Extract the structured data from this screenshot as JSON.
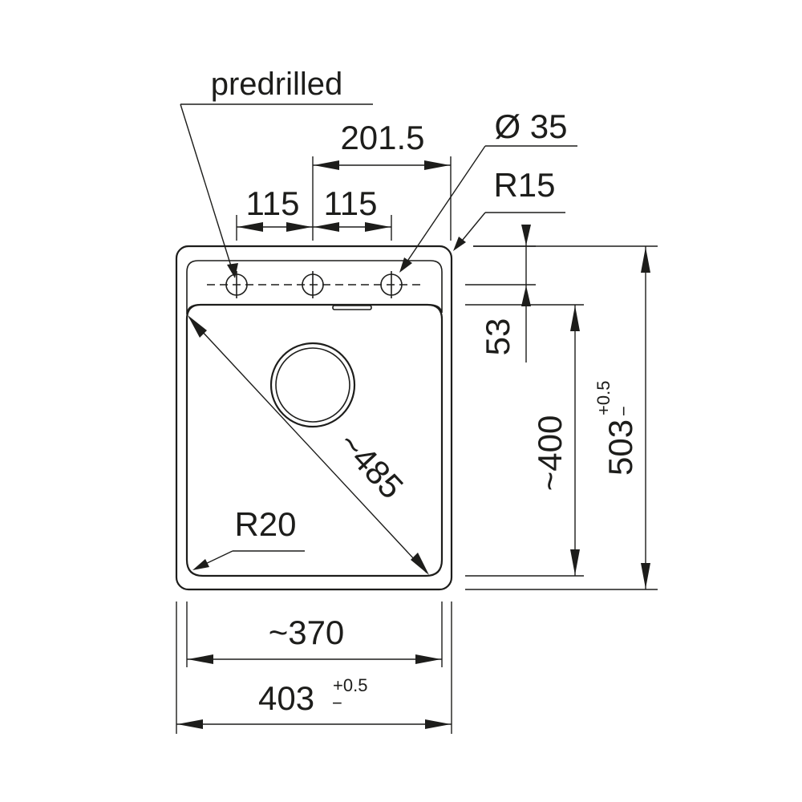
{
  "drawing": {
    "labels": {
      "predrilled": "predrilled",
      "dim_201_5": "201.5",
      "diameter_35": "Ø 35",
      "radius_15": "R15",
      "dim_115_left": "115",
      "dim_115_right": "115",
      "dim_53": "53",
      "dim_400": "~400",
      "dim_503": "503",
      "dim_503_tol_plus": "+0.5",
      "dim_503_tol_minus": "−",
      "diagonal_485": "~485",
      "radius_20": "R20",
      "dim_370": "~370",
      "dim_403": "403",
      "dim_403_tol_plus": "+0.5",
      "dim_403_tol_minus": "−"
    },
    "colors": {
      "line": "#1d1d1b",
      "background": "#ffffff"
    }
  }
}
